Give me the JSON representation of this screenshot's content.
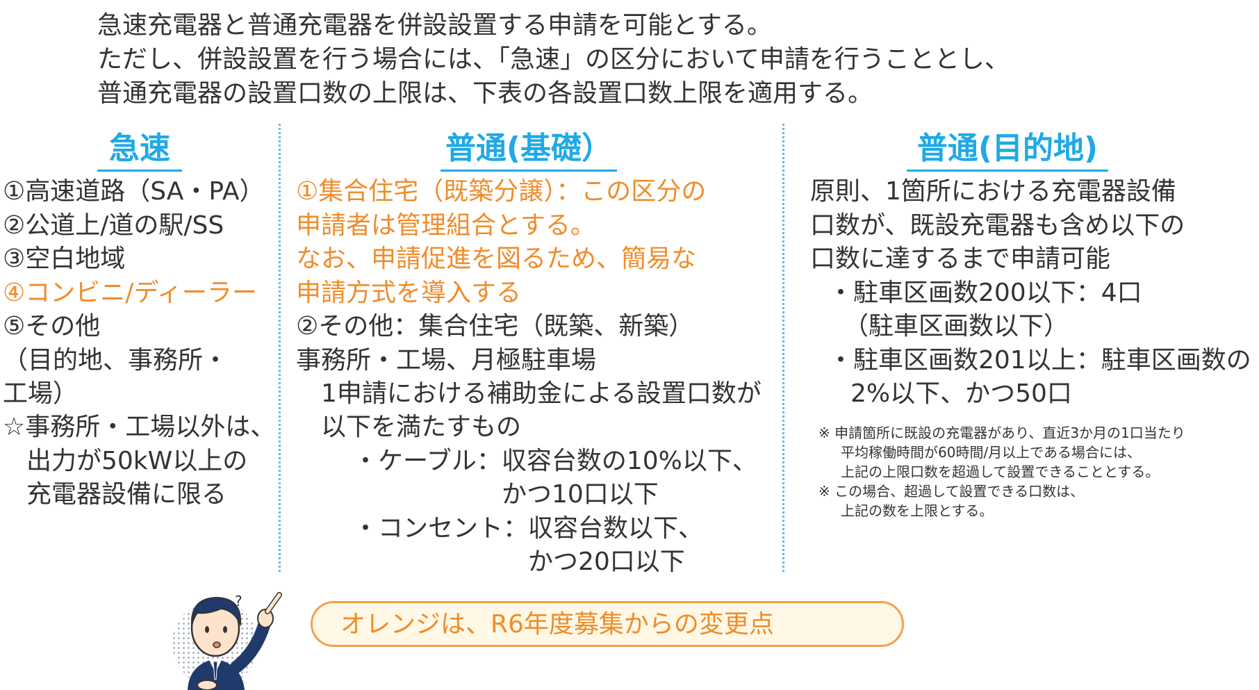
{
  "intro": [
    "急速充電器と普通充電器を併設設置する申請を可能とする。",
    "ただし、併設設置を行う場合には、「急速」の区分において申請を行うこととし、",
    "普通充電器の設置口数の上限は、下表の各設置口数上限を適用する。"
  ],
  "columns": {
    "rapid": {
      "title": "急速",
      "lines": [
        "①高速道路（SA・PA）",
        "②公道上/道の駅/SS",
        "③空白地域",
        "④コンビニ/ディーラー",
        "⑤その他",
        "（目的地、事務所・",
        "工場）",
        "☆事務所・工場以外は、",
        "出力が50kW以上の",
        "充電器設備に限る"
      ]
    },
    "basic": {
      "title": "普通(基礎）",
      "lines": [
        "①集合住宅（既築分譲）：この区分の",
        "申請者は管理組合とする。",
        "なお、申請促進を図るため、簡易な",
        "申請方式を導入する",
        "②その他：集合住宅（既築、新築）",
        "事務所・工場、月極駐車場",
        "1申請における補助金による設置口数が",
        "以下を満たすもの",
        "・ケーブル：収容台数の10%以下、",
        "かつ10口以下",
        "・コンセント：収容台数以下、",
        "かつ20口以下"
      ]
    },
    "destination": {
      "title": "普通(目的地)",
      "lines": [
        "原則、1箇所における充電器設備",
        "口数が、既設充電器も含め以下の",
        "口数に達するまで申請可能",
        "・駐車区画数200以下：4口",
        "（駐車区画数以下）",
        "・駐車区画数201以上：駐車区画数の",
        "2%以下、かつ50口"
      ],
      "notes": [
        "※ 申請箇所に既設の充電器があり、直近3か月の1口当たり",
        "平均稼働時間が60時間/月以上である場合には、",
        "上記の上限口数を超過して設置できることとする。",
        "※ この場合、超過して設置できる口数は、",
        "上記の数を上限とする。"
      ]
    }
  },
  "callout": {
    "text": "オレンジは、R6年度募集からの変更点"
  },
  "colors": {
    "title_blue": "#1fa9e6",
    "highlight_orange": "#f08c2a",
    "callout_bg": "#fff8e6"
  }
}
